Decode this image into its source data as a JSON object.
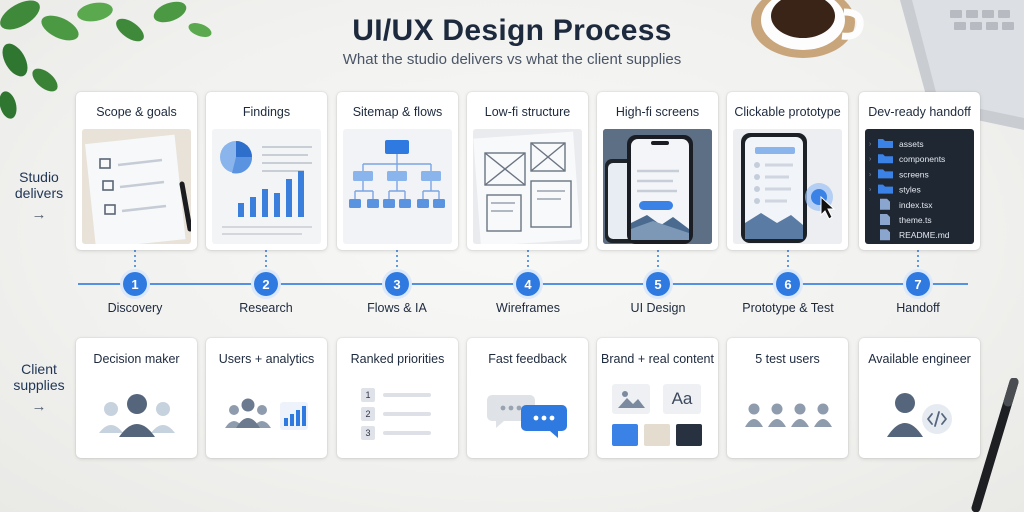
{
  "title": "UI/UX Design Process",
  "subtitle": "What the studio delivers vs what the client supplies",
  "row_labels": {
    "studio": "Studio delivers",
    "client": "Client supplies",
    "arrow": "→"
  },
  "stages": [
    {
      "number": "1",
      "name": "Discovery",
      "deliverable": "Scope & goals",
      "input": "Decision maker"
    },
    {
      "number": "2",
      "name": "Research",
      "deliverable": "Findings",
      "input": "Users + analytics"
    },
    {
      "number": "3",
      "name": "Flows & IA",
      "deliverable": "Sitemap & flows",
      "input": "Ranked priorities"
    },
    {
      "number": "4",
      "name": "Wireframes",
      "deliverable": "Low-fi structure",
      "input": "Fast feedback"
    },
    {
      "number": "5",
      "name": "UI Design",
      "deliverable": "High-fi screens",
      "input": "Brand + real content"
    },
    {
      "number": "6",
      "name": "Prototype & Test",
      "deliverable": "Clickable prototype",
      "input": "5 test users"
    },
    {
      "number": "7",
      "name": "Handoff",
      "deliverable": "Dev-ready handoff",
      "input": "Available engineer"
    }
  ],
  "priority_numbers": [
    "1",
    "2",
    "3"
  ],
  "type_sample": "Aa",
  "file_tree": [
    {
      "name": "assets",
      "type": "folder"
    },
    {
      "name": "components",
      "type": "folder"
    },
    {
      "name": "screens",
      "type": "folder"
    },
    {
      "name": "styles",
      "type": "folder"
    },
    {
      "name": "index.tsx",
      "type": "file"
    },
    {
      "name": "theme.ts",
      "type": "file"
    },
    {
      "name": "README.md",
      "type": "file"
    }
  ],
  "colors": {
    "accent": "#2f7ae0",
    "title": "#1d2a3e",
    "brand_swatches": [
      "#3b82e6",
      "#e4dccf",
      "#273140"
    ]
  },
  "icons": {
    "discovery": "checklist-icon",
    "research": "analytics-chart-icon",
    "flows": "sitemap-icon",
    "wireframes": "wireframe-icon",
    "ui": "phone-screen-icon",
    "prototype": "cursor-click-icon",
    "handoff": "code-folder-icon",
    "decision_maker": "user-group-icon",
    "analytics": "bar-chart-icon",
    "priorities": "numbered-list-icon",
    "feedback": "chat-bubbles-icon",
    "brand": "brand-assets-icon",
    "test_users": "users-icon",
    "engineer": "developer-icon"
  }
}
